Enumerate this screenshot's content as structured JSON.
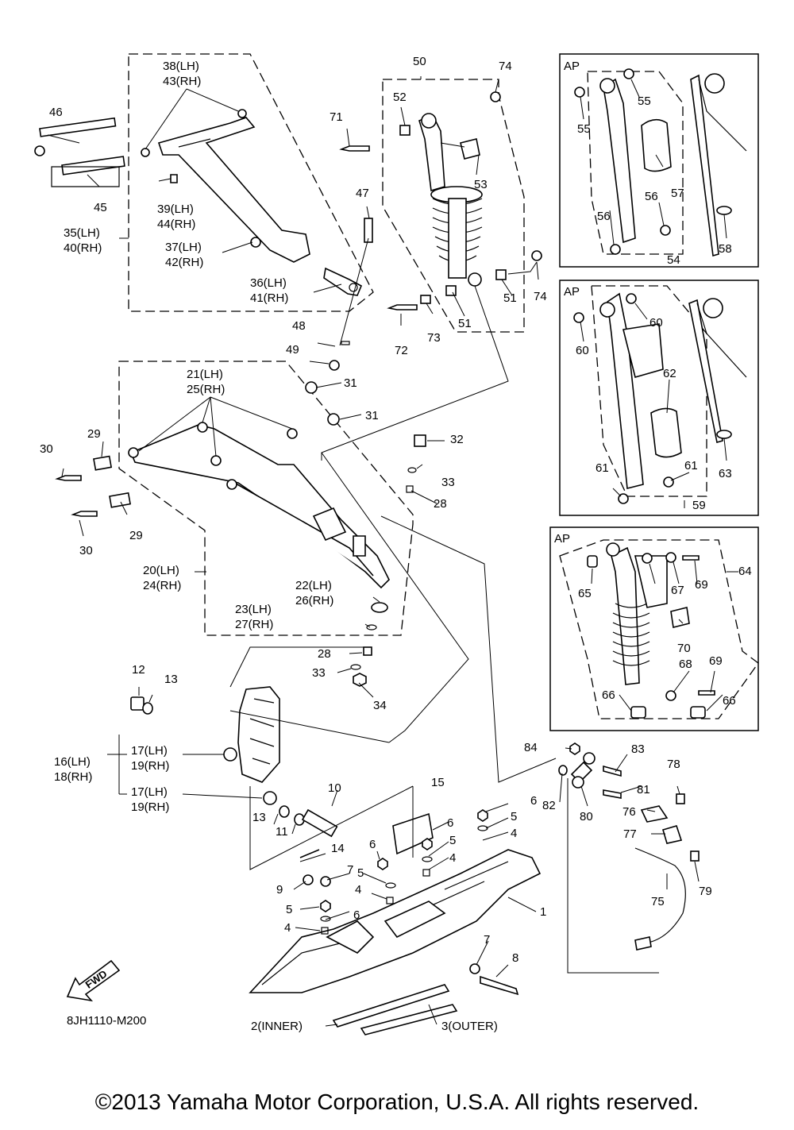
{
  "diagram_code": "8JH1110-M200",
  "copyright": "©2013 Yamaha Motor Corporation, U.S.A. All rights reserved.",
  "fwd_label": "FWD",
  "ap_label": "AP",
  "callouts": {
    "c1": "1",
    "c2": "2(INNER)",
    "c3": "3(OUTER)",
    "c4a": "4",
    "c4b": "4",
    "c4c": "4",
    "c4d": "4",
    "c5a": "5",
    "c5b": "5",
    "c5c": "5",
    "c5d": "5",
    "c6a": "6",
    "c6b": "6",
    "c6c": "6",
    "c6d": "6",
    "c7a": "7",
    "c7b": "7",
    "c8": "8",
    "c9": "9",
    "c10": "10",
    "c11": "11",
    "c12": "12",
    "c13a": "13",
    "c13b": "13",
    "c14": "14",
    "c15": "15",
    "c16": "16(LH)",
    "c18": "18(RH)",
    "c17a": "17(LH)",
    "c19a": "19(RH)",
    "c17b": "17(LH)",
    "c19b": "19(RH)",
    "c20": "20(LH)",
    "c24": "24(RH)",
    "c21": "21(LH)",
    "c25": "25(RH)",
    "c22": "22(LH)",
    "c26": "26(RH)",
    "c23": "23(LH)",
    "c27": "27(RH)",
    "c28a": "28",
    "c28b": "28",
    "c29a": "29",
    "c29b": "29",
    "c30a": "30",
    "c30b": "30",
    "c31a": "31",
    "c31b": "31",
    "c32": "32",
    "c33a": "33",
    "c33b": "33",
    "c34": "34",
    "c35": "35(LH)",
    "c40": "40(RH)",
    "c36": "36(LH)",
    "c41": "41(RH)",
    "c37": "37(LH)",
    "c42": "42(RH)",
    "c38": "38(LH)",
    "c43": "43(RH)",
    "c39": "39(LH)",
    "c44": "44(RH)",
    "c45": "45",
    "c46": "46",
    "c47": "47",
    "c48": "48",
    "c49": "49",
    "c50": "50",
    "c51a": "51",
    "c51b": "51",
    "c52": "52",
    "c53": "53",
    "c54": "54",
    "c55a": "55",
    "c55b": "55",
    "c56a": "56",
    "c56b": "56",
    "c57": "57",
    "c58": "58",
    "c59": "59",
    "c60a": "60",
    "c60b": "60",
    "c61a": "61",
    "c61b": "61",
    "c62": "62",
    "c63": "63",
    "c64": "64",
    "c65": "65",
    "c66a": "66",
    "c66b": "66",
    "c67": "67",
    "c68": "68",
    "c69a": "69",
    "c69b": "69",
    "c70": "70",
    "c71": "71",
    "c72": "72",
    "c73": "73",
    "c74a": "74",
    "c74b": "74",
    "c75": "75",
    "c76": "76",
    "c77": "77",
    "c78": "78",
    "c79": "79",
    "c80": "80",
    "c81": "81",
    "c82": "82",
    "c83": "83",
    "c84": "84"
  }
}
